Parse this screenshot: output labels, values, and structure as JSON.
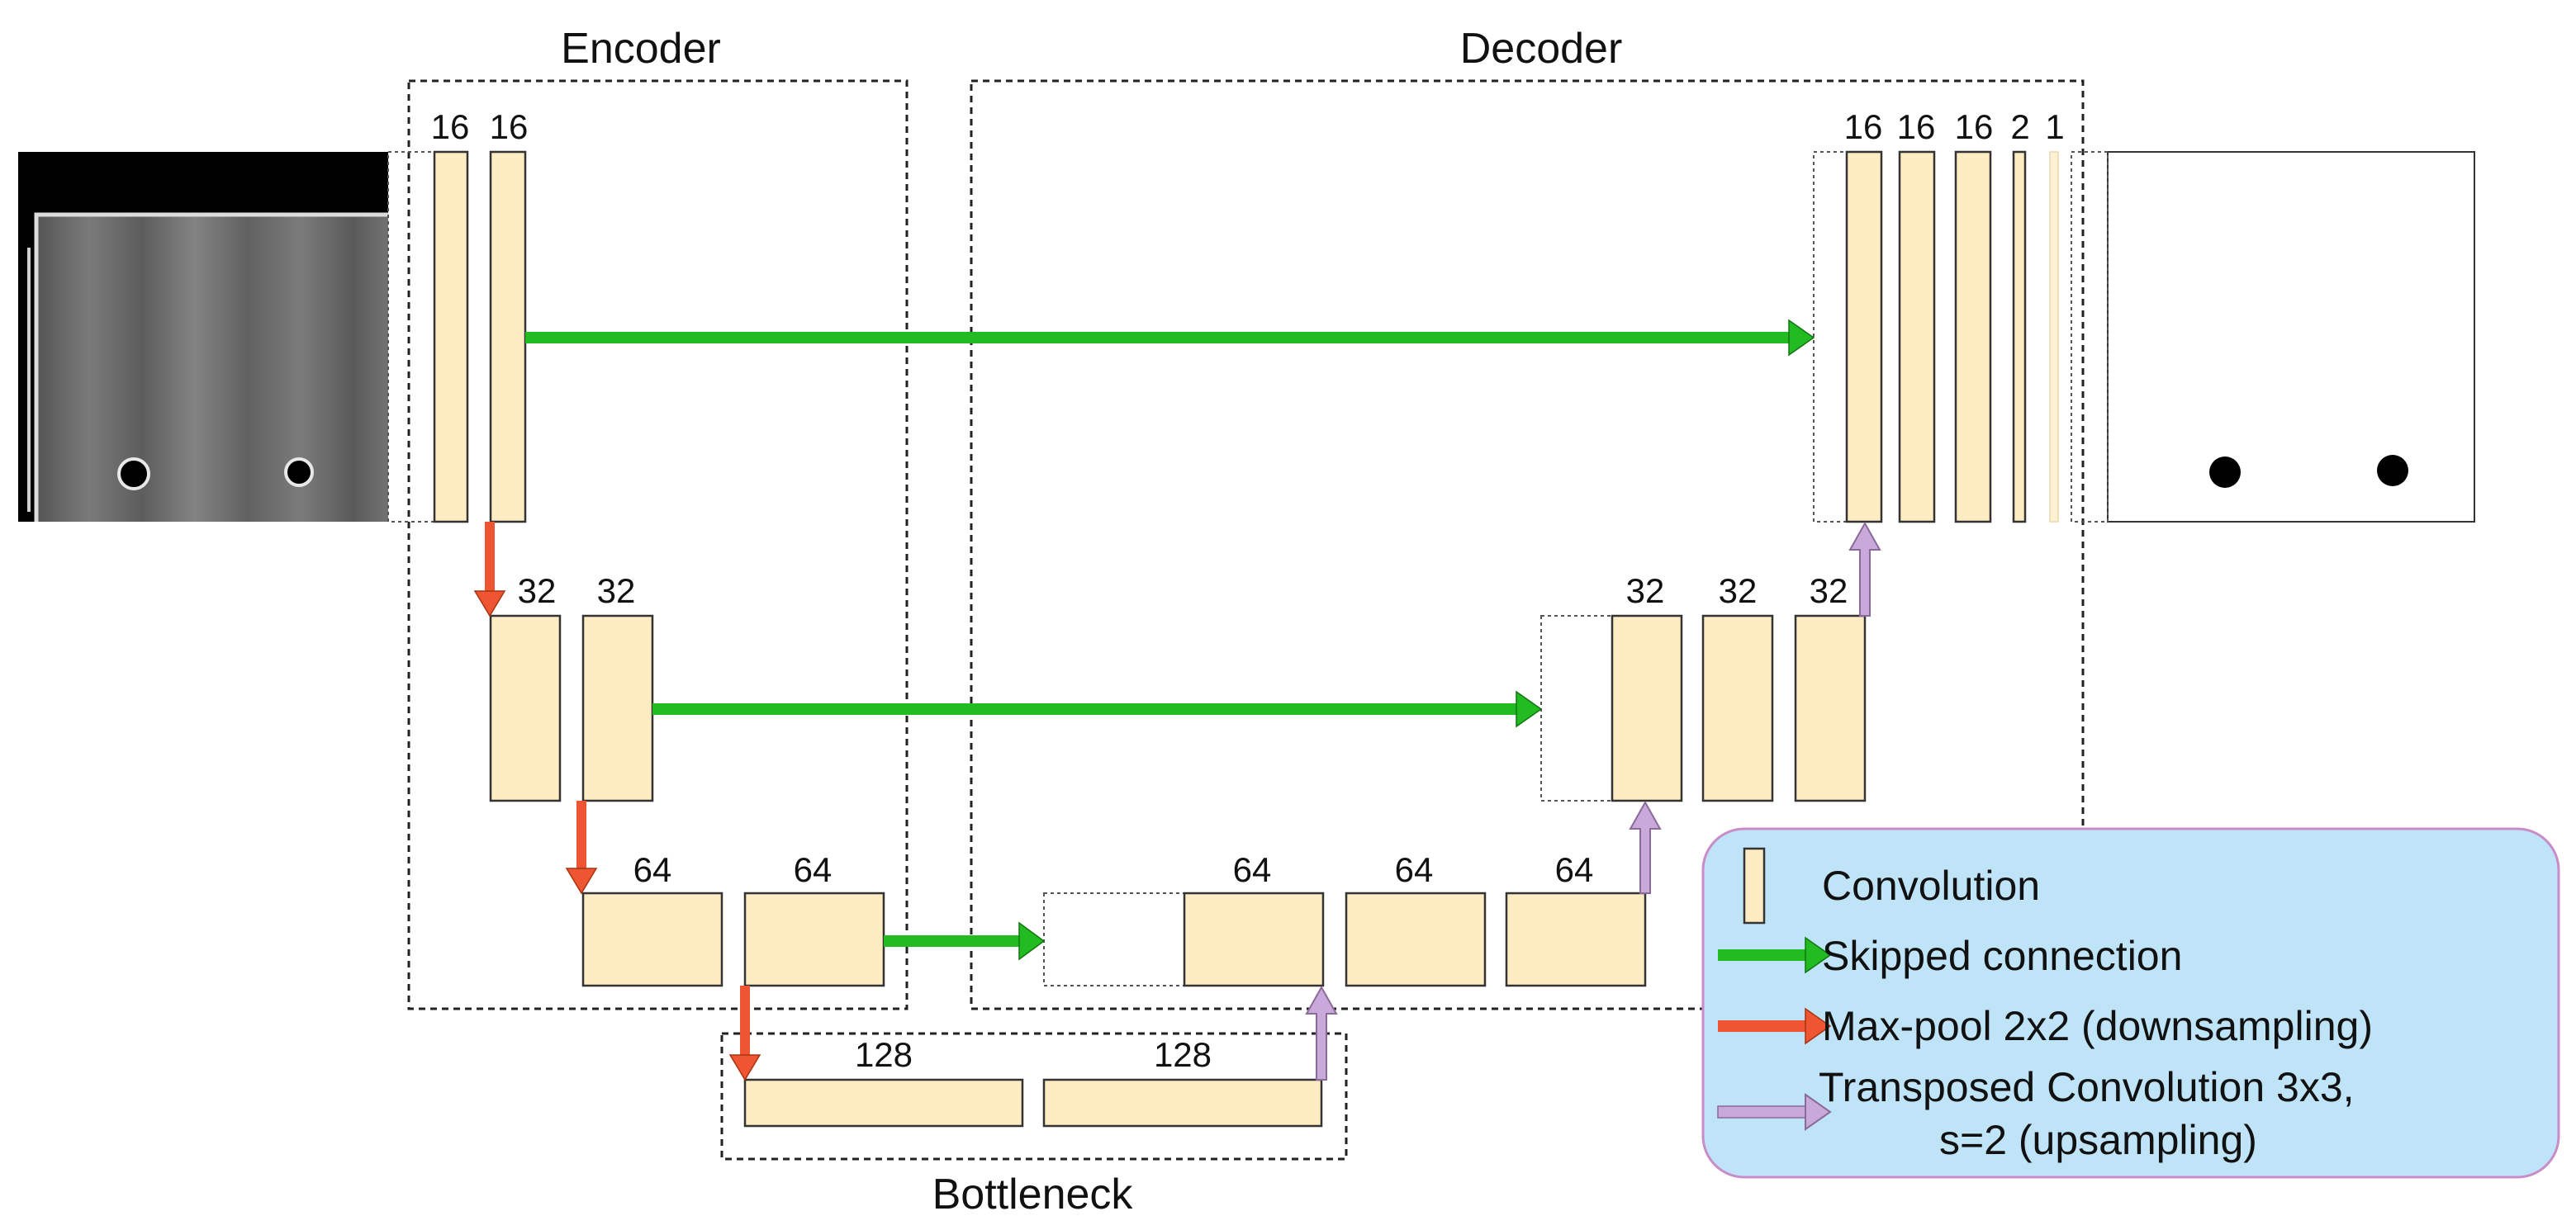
{
  "titles": {
    "encoder": "Encoder",
    "decoder": "Decoder",
    "bottleneck": "Bottleneck"
  },
  "channels": {
    "enc1": [
      "16",
      "16"
    ],
    "enc2": [
      "32",
      "32"
    ],
    "enc3": [
      "64",
      "64"
    ],
    "bottleneck": [
      "128",
      "128"
    ],
    "dec3": [
      "64",
      "64",
      "64"
    ],
    "dec2": [
      "32",
      "32",
      "32"
    ],
    "dec1": [
      "16",
      "16",
      "16",
      "2",
      "1"
    ]
  },
  "legend": {
    "convolution": "Convolution",
    "skip": "Skipped connection",
    "maxpool": "Max-pool 2x2 (downsampling)",
    "transposed_line1": "Transposed Convolution 3x3,",
    "transposed_line2": "s=2 (upsampling)"
  },
  "colors": {
    "block_fill": "#fdebc2",
    "block_stroke": "#333333",
    "skip_arrow": "#22bb22",
    "maxpool_arrow": "#ee5533",
    "upsample_arrow": "#c9a9d9",
    "legend_bg": "#bfe3f7",
    "legend_border": "#c88cc8"
  },
  "icons": {
    "input_image": "grayscale-xray-with-two-holes",
    "output_mask": "white-mask-with-two-black-dots"
  }
}
